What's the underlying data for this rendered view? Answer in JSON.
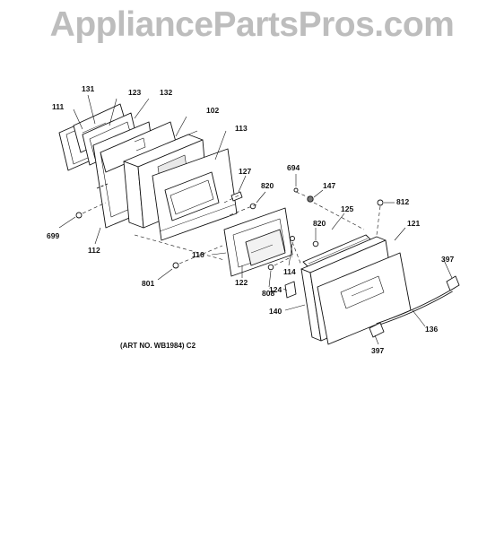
{
  "watermark": "AppliancePartsPros.com",
  "art_number": "(ART NO. WB1984) C2",
  "part_labels": [
    "131",
    "123",
    "111",
    "132",
    "102",
    "113",
    "127",
    "694",
    "820",
    "147",
    "812",
    "125",
    "820",
    "121",
    "699",
    "112",
    "116",
    "114",
    "397",
    "801",
    "122",
    "808",
    "124",
    "140",
    "136",
    "397"
  ],
  "colors": {
    "line": "#111111",
    "watermark": "#bdbdbd",
    "background": "#ffffff"
  }
}
